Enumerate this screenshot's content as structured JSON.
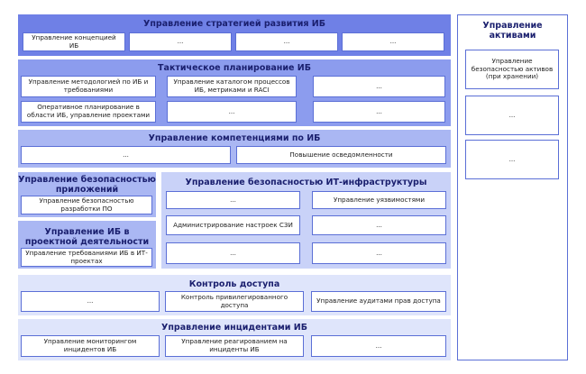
{
  "strategy": {
    "title": "Управление стратегией развития ИБ",
    "boxes": [
      "Управление концепцией ИБ",
      "...",
      "...",
      "..."
    ]
  },
  "tactical": {
    "title": "Тактическое планирование ИБ",
    "boxes": [
      "Управление методологией по ИБ и требованиями",
      "Управление каталогом процессов ИБ, метриками и RACI",
      "...",
      "Оперативное планирование в области ИБ, управление проектами",
      "...",
      "..."
    ]
  },
  "competence": {
    "title": "Управление компетенциями по ИБ",
    "boxes": [
      "...",
      "Повышение осведомленности"
    ]
  },
  "appsec": {
    "title": "Управление безопасностью приложений",
    "boxes": [
      "Управление безопасностью разработки ПО"
    ]
  },
  "projects": {
    "title": "Управление ИБ в проектной деятельности",
    "boxes": [
      "Управление требованиями ИБ в ИТ-проектах"
    ]
  },
  "infra": {
    "title": "Управление безопасностью ИТ-инфраструктуры",
    "boxes": [
      "...",
      "Управление уязвимостями",
      "Администрирование настроек СЗИ",
      "...",
      "...",
      "..."
    ]
  },
  "access": {
    "title": "Контроль доступа",
    "boxes": [
      "...",
      "Контроль привилегированного доступа",
      "Управление аудитами прав доступа"
    ]
  },
  "incidents": {
    "title": "Управление инцидентами ИБ",
    "boxes": [
      "Управление мониторингом инцидентов ИБ",
      "Управление реагированием на инциденты ИБ",
      "..."
    ]
  },
  "assets": {
    "title": "Управление активами",
    "boxes": [
      "Управление безопасностью активов (при хранении)",
      "...",
      "..."
    ]
  }
}
